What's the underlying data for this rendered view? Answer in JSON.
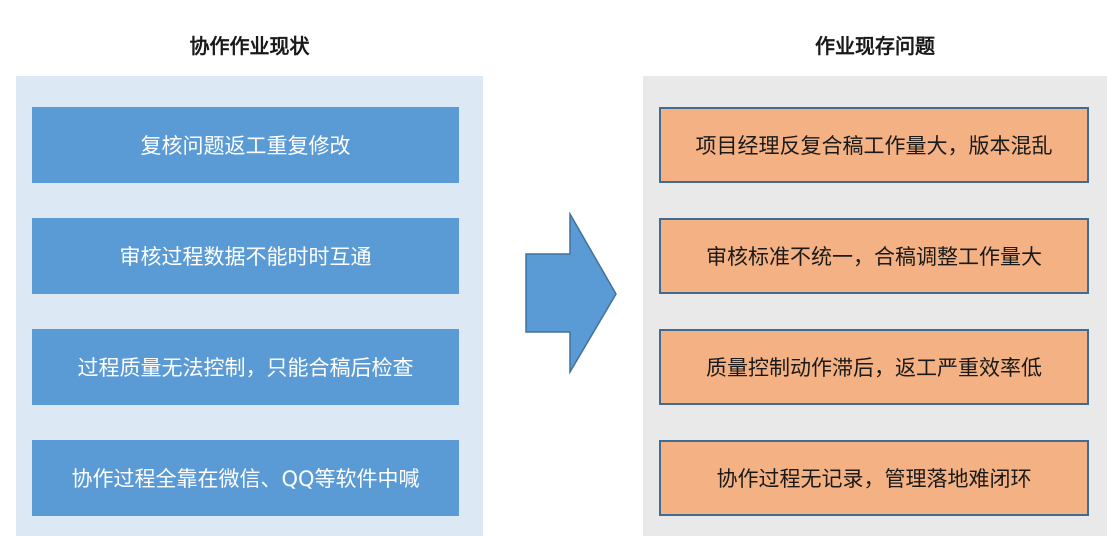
{
  "left": {
    "title": "协作作业现状",
    "items": [
      "复核问题返工重复修改",
      "审核过程数据不能时时互通",
      "过程质量无法控制，只能合稿后检查",
      "协作过程全靠在微信、QQ等软件中喊"
    ]
  },
  "right": {
    "title": "作业现存问题",
    "items": [
      "项目经理反复合稿工作量大，版本混乱",
      "审核标准不统一，合稿调整工作量大",
      "质量控制动作滞后，返工严重效率低",
      "协作过程无记录，管理落地难闭环"
    ]
  },
  "colors": {
    "left_panel_bg": "#dce8f4",
    "left_box": "#5b9bd5",
    "right_panel_bg": "#e9e9e9",
    "right_box": "#f4b183",
    "right_box_border": "#3f6c97",
    "arrow": "#5b9bd5"
  }
}
